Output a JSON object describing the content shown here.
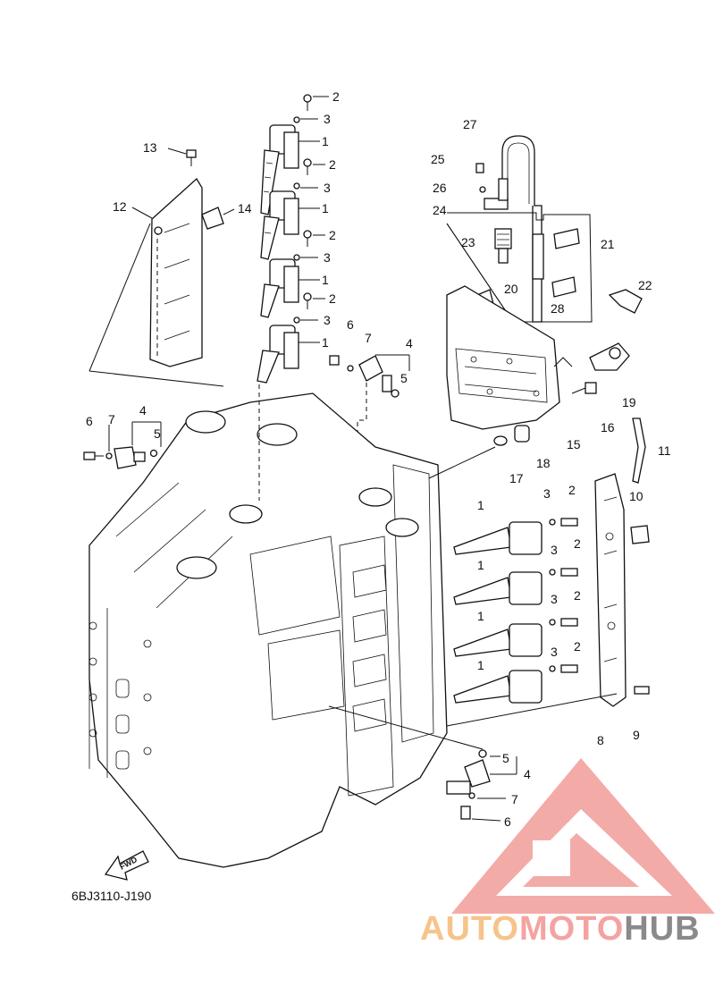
{
  "diagram": {
    "code": "6BJ3110-J190",
    "fwd_label": "FWD",
    "callouts": [
      {
        "id": "c-2a",
        "text": "2"
      },
      {
        "id": "c-3a",
        "text": "3"
      },
      {
        "id": "c-1a",
        "text": "1"
      },
      {
        "id": "c-2b",
        "text": "2"
      },
      {
        "id": "c-3b",
        "text": "3"
      },
      {
        "id": "c-1b",
        "text": "1"
      },
      {
        "id": "c-2c",
        "text": "2"
      },
      {
        "id": "c-3c",
        "text": "3"
      },
      {
        "id": "c-1c",
        "text": "1"
      },
      {
        "id": "c-2d",
        "text": "2"
      },
      {
        "id": "c-3d",
        "text": "3"
      },
      {
        "id": "c-1d",
        "text": "1"
      },
      {
        "id": "c-13",
        "text": "13"
      },
      {
        "id": "c-12",
        "text": "12"
      },
      {
        "id": "c-14",
        "text": "14"
      },
      {
        "id": "c-6a",
        "text": "6"
      },
      {
        "id": "c-7a",
        "text": "7"
      },
      {
        "id": "c-4a",
        "text": "4"
      },
      {
        "id": "c-5a",
        "text": "5"
      },
      {
        "id": "c-6b",
        "text": "6"
      },
      {
        "id": "c-7b",
        "text": "7"
      },
      {
        "id": "c-4b",
        "text": "4"
      },
      {
        "id": "c-5b",
        "text": "5"
      },
      {
        "id": "c-27",
        "text": "27"
      },
      {
        "id": "c-25",
        "text": "25"
      },
      {
        "id": "c-26",
        "text": "26"
      },
      {
        "id": "c-24",
        "text": "24"
      },
      {
        "id": "c-23",
        "text": "23"
      },
      {
        "id": "c-21",
        "text": "21"
      },
      {
        "id": "c-20",
        "text": "20"
      },
      {
        "id": "c-28",
        "text": "28"
      },
      {
        "id": "c-22",
        "text": "22"
      },
      {
        "id": "c-19",
        "text": "19"
      },
      {
        "id": "c-16",
        "text": "16"
      },
      {
        "id": "c-15",
        "text": "15"
      },
      {
        "id": "c-18",
        "text": "18"
      },
      {
        "id": "c-17",
        "text": "17"
      },
      {
        "id": "c-11",
        "text": "11"
      },
      {
        "id": "c-10",
        "text": "10"
      },
      {
        "id": "c-3e",
        "text": "3"
      },
      {
        "id": "c-2e",
        "text": "2"
      },
      {
        "id": "c-1e",
        "text": "1"
      },
      {
        "id": "c-3f",
        "text": "3"
      },
      {
        "id": "c-2f",
        "text": "2"
      },
      {
        "id": "c-1f",
        "text": "1"
      },
      {
        "id": "c-3g",
        "text": "3"
      },
      {
        "id": "c-2g",
        "text": "2"
      },
      {
        "id": "c-1g",
        "text": "1"
      },
      {
        "id": "c-3h",
        "text": "3"
      },
      {
        "id": "c-2h",
        "text": "2"
      },
      {
        "id": "c-1h",
        "text": "1"
      },
      {
        "id": "c-8",
        "text": "8"
      },
      {
        "id": "c-9",
        "text": "9"
      },
      {
        "id": "c-5c",
        "text": "5"
      },
      {
        "id": "c-4c",
        "text": "4"
      },
      {
        "id": "c-7c",
        "text": "7"
      },
      {
        "id": "c-6c",
        "text": "6"
      }
    ]
  },
  "watermark": {
    "part_auto": "AUTO",
    "part_moto": "MOTO",
    "part_hub": "HUB",
    "color_auto": "#f6c48a",
    "color_moto": "#f4a3a1",
    "color_hub": "#8a8a8a",
    "logo_color": "#f08f8b"
  }
}
